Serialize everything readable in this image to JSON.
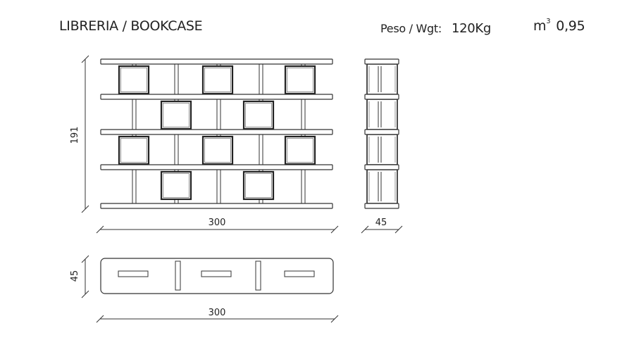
{
  "header": {
    "title": "LIBRERIA / BOOKCASE",
    "weight_label": "Peso / Wgt:",
    "weight_value": "120Kg",
    "volume_unit": "m",
    "volume_exp": "3",
    "volume_value": "0,95"
  },
  "dimensions": {
    "front_height": "191",
    "front_width": "300",
    "side_depth": "45",
    "plan_depth": "45",
    "plan_width": "300"
  },
  "colors": {
    "line": "#333333",
    "board": "#ffffff",
    "box_fill": "#ffffff"
  }
}
